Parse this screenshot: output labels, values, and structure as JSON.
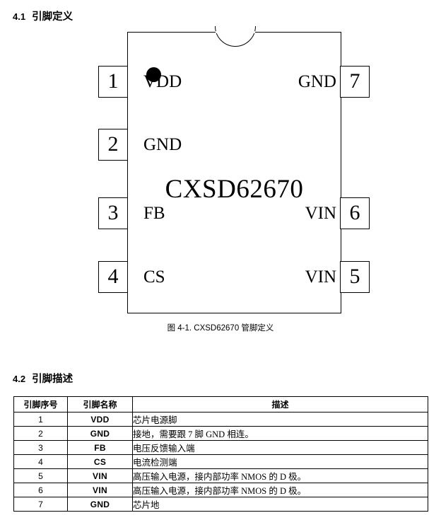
{
  "sections": {
    "pin_definition": {
      "number": "4.1",
      "title": "引脚定义"
    },
    "pin_description": {
      "number": "4.2",
      "title": "引脚描述"
    }
  },
  "figure": {
    "caption": "图 4-1. CXSD62670 管脚定义",
    "part_number": "CXSD62670",
    "pins": [
      {
        "number": "1",
        "name": "VDD",
        "side": "left"
      },
      {
        "number": "2",
        "name": "GND",
        "side": "left"
      },
      {
        "number": "3",
        "name": "FB",
        "side": "left"
      },
      {
        "number": "4",
        "name": "CS",
        "side": "left"
      },
      {
        "number": "5",
        "name": "VIN",
        "side": "right"
      },
      {
        "number": "6",
        "name": "VIN",
        "side": "right"
      },
      {
        "number": "7",
        "name": "GND",
        "side": "right"
      }
    ],
    "marker": "polarity-dot",
    "notch": "top-center-semicircle"
  },
  "table": {
    "headers": [
      "引脚序号",
      "引脚名称",
      "描述"
    ],
    "rows": [
      {
        "no": "1",
        "name": "VDD",
        "desc": "芯片电源脚"
      },
      {
        "no": "2",
        "name": "GND",
        "desc": "接地，需要跟 7 脚 GND 相连。"
      },
      {
        "no": "3",
        "name": "FB",
        "desc": "电压反馈输入端"
      },
      {
        "no": "4",
        "name": "CS",
        "desc": "电流检测端"
      },
      {
        "no": "5",
        "name": "VIN",
        "desc": "高压输入电源，接内部功率 NMOS 的 D 极。"
      },
      {
        "no": "6",
        "name": "VIN",
        "desc": "高压输入电源，接内部功率 NMOS 的 D 极。"
      },
      {
        "no": "7",
        "name": "GND",
        "desc": "芯片地"
      }
    ]
  },
  "colors": {
    "ink": "#000000",
    "page": "#ffffff"
  }
}
